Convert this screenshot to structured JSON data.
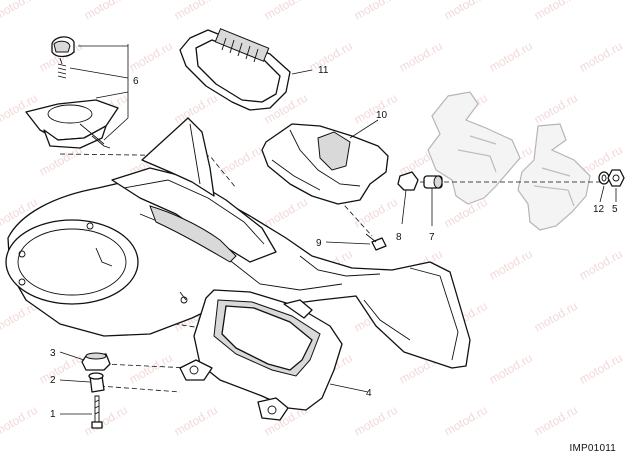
{
  "watermark": {
    "text": "motod.ru",
    "color": "#e9b9b9"
  },
  "drawing_code": "IMP01011",
  "callouts": [
    "1",
    "2",
    "3",
    "4",
    "5",
    "6",
    "7",
    "8",
    "9",
    "10",
    "11",
    "12"
  ]
}
